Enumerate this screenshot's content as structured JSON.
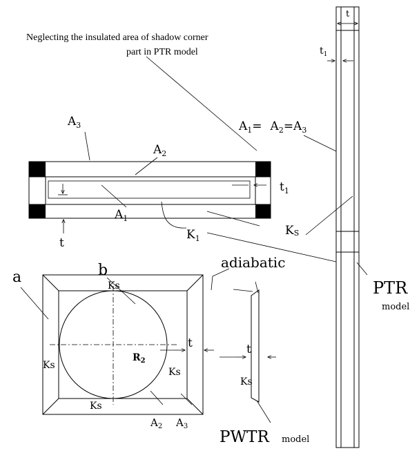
{
  "note": {
    "line1": "Neglecting the insulated area of shadow corner",
    "line2": "part in PTR model"
  },
  "cross_section": {
    "a3": "A",
    "a3_sub": "3",
    "a2": "A",
    "a2_sub": "2",
    "a1": "A",
    "a1_sub": "1",
    "t1": "t",
    "t1_sub": "1",
    "t": "t",
    "k1": "K",
    "k1_sub": "1",
    "ks": "K",
    "ks_sub": "S"
  },
  "equation": {
    "a": "A",
    "a_sub": "1",
    "eq1": "=",
    "b": "A",
    "b_sub": "2",
    "eq2": "=A",
    "c_sub": "3"
  },
  "strip": {
    "t": "t",
    "t1": "t",
    "t1_sub": "1",
    "ptr": "PTR",
    "model": "model"
  },
  "frame": {
    "a": "a",
    "b": "b",
    "adiabatic": "adiabatic",
    "ks_top": "Ks",
    "ks_left": "Ks",
    "ks_right": "Ks",
    "ks_bottom": "Ks",
    "r2": "R",
    "r2_sub": "2",
    "t": "t",
    "a2": "A",
    "a2_sub": "2",
    "a3": "A",
    "a3_sub": "3"
  },
  "pwtr": {
    "t": "t",
    "ks": "Ks",
    "label": "PWTR",
    "model": "model"
  }
}
